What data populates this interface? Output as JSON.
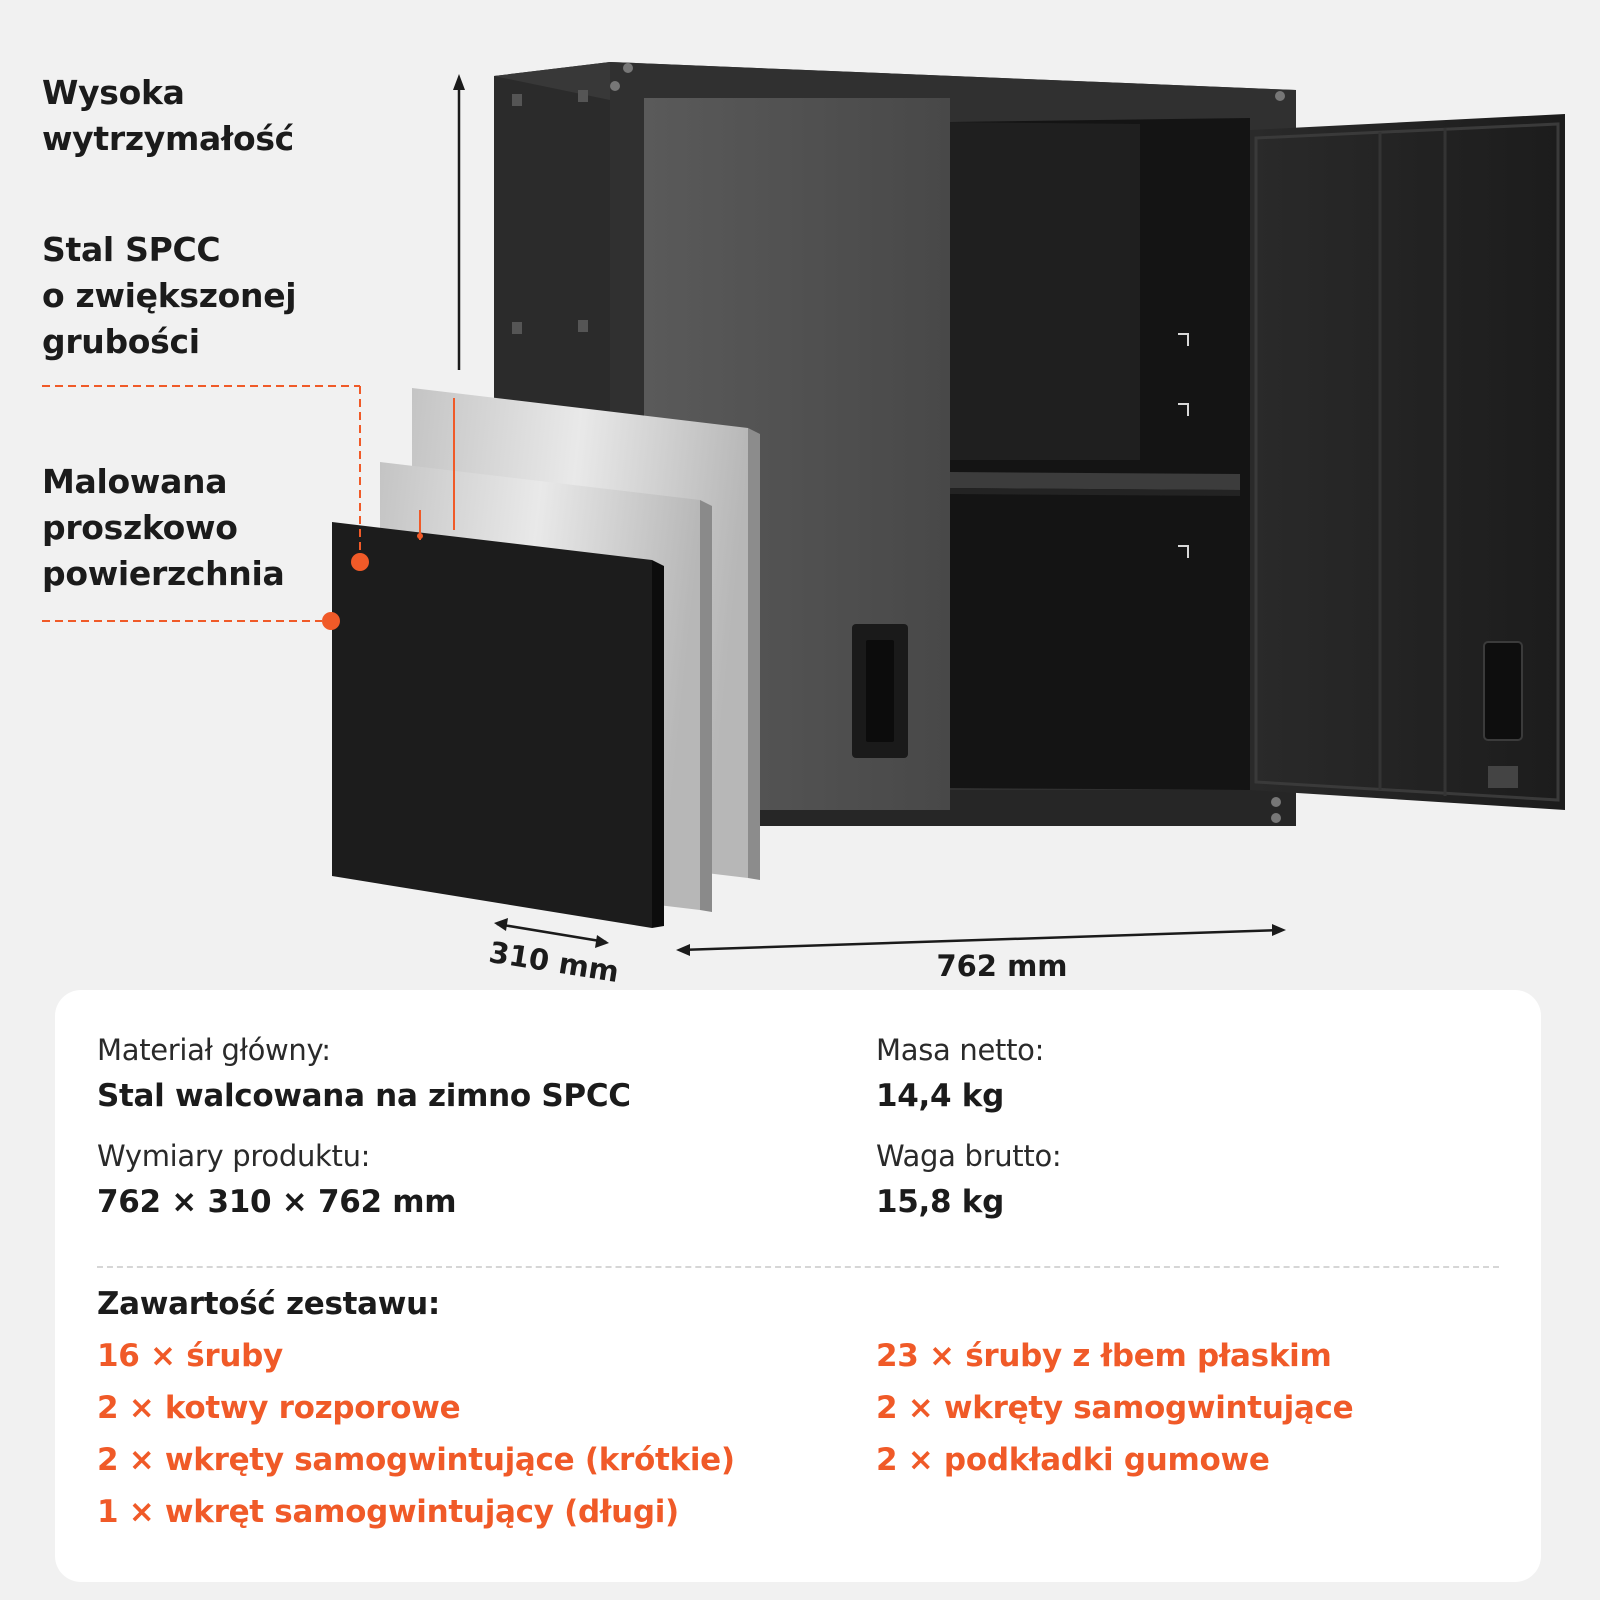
{
  "features": [
    {
      "text": "Wysoka\nwytrzymałość"
    },
    {
      "text": "Stal SPCC\no zwiększonej\ngrubości"
    },
    {
      "text": "Malowana\nproszkowo\npowierzchnia"
    }
  ],
  "dimensions": {
    "depth": "310 mm",
    "width": "762 mm"
  },
  "specs": {
    "material_label": "Materiał główny:",
    "material_value": "Stal walcowana na zimno SPCC",
    "size_label": "Wymiary produktu:",
    "size_value": "762 × 310 × 762 mm",
    "net_label": "Masa netto:",
    "net_value": "14,4 kg",
    "gross_label": "Waga brutto:",
    "gross_value": "15,8 kg"
  },
  "kit": {
    "title": "Zawartość zestawu:",
    "left_items": [
      "16 × śruby",
      "2 × kotwy rozporowe",
      "2 × wkręty samogwintujące (krótkie)",
      "1 × wkręt samogwintujący (długi)"
    ],
    "right_items": [
      "23 × śruby z łbem płaskim",
      "2 × wkręty samogwintujące",
      "2 × podkładki gumowe"
    ]
  },
  "colors": {
    "accent": "#f05a28",
    "cabinet": "#2d2d2d",
    "background": "#f1f1f1",
    "card": "#ffffff"
  }
}
